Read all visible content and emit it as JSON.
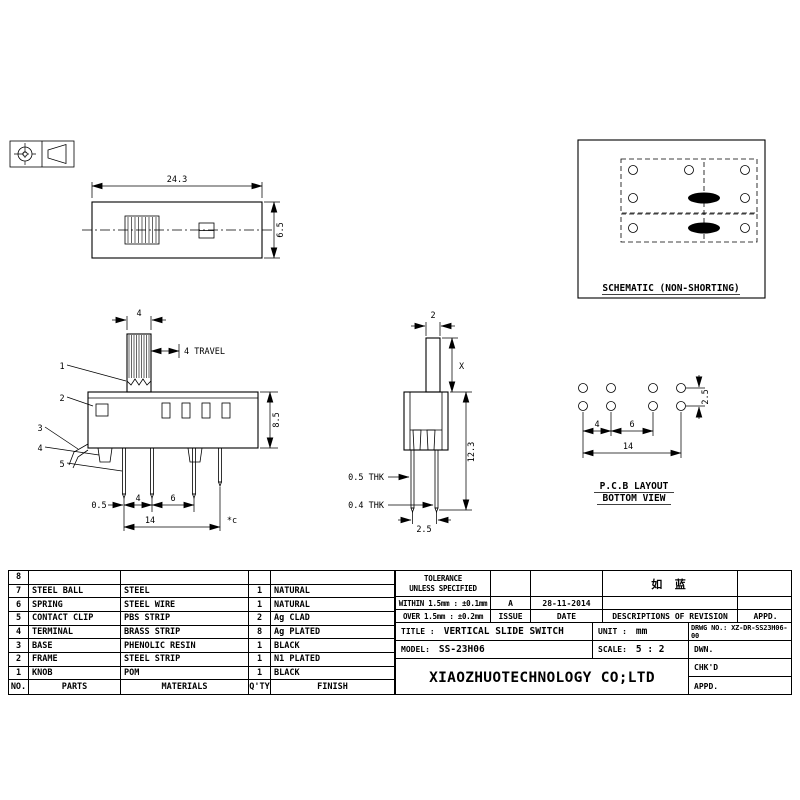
{
  "top_view": {
    "width": "24.3",
    "height": "6.5"
  },
  "schematic": {
    "title": "SCHEMATIC (NON-SHORTING)"
  },
  "front_view": {
    "knob_width": "4",
    "travel": "4 TRAVEL",
    "height": "8.5",
    "pin_offset": "0.5",
    "pitch_a": "4",
    "pitch_b": "6",
    "overall": "14",
    "note": "*c",
    "balloons": [
      "1",
      "2",
      "3",
      "4",
      "5"
    ]
  },
  "side_view": {
    "knob_width": "2",
    "travel": "X",
    "height": "12.3",
    "thk_a": "0.5 THK",
    "thk_b": "0.4 THK",
    "pitch": "2.5"
  },
  "pcb": {
    "row_pitch": "2.5",
    "pitch_a": "4",
    "pitch_b": "6",
    "overall": "14",
    "title_line1": "P.C.B LAYOUT",
    "title_line2": "BOTTOM VIEW"
  },
  "parts": {
    "rows": [
      {
        "no": "8",
        "part": "",
        "material": "",
        "qty": "",
        "finish": ""
      },
      {
        "no": "7",
        "part": "STEEL BALL",
        "material": "STEEL",
        "qty": "1",
        "finish": "NATURAL"
      },
      {
        "no": "6",
        "part": "SPRING",
        "material": "STEEL WIRE",
        "qty": "1",
        "finish": "NATURAL"
      },
      {
        "no": "5",
        "part": "CONTACT CLIP",
        "material": "PBS STRIP",
        "qty": "2",
        "finish": "Ag CLAD"
      },
      {
        "no": "4",
        "part": "TERMINAL",
        "material": "BRASS STRIP",
        "qty": "8",
        "finish": "Ag PLATED"
      },
      {
        "no": "3",
        "part": "BASE",
        "material": "PHENOLIC RESIN",
        "qty": "1",
        "finish": "BLACK"
      },
      {
        "no": "2",
        "part": "FRAME",
        "material": "STEEL STRIP",
        "qty": "1",
        "finish": "N1 PLATED"
      },
      {
        "no": "1",
        "part": "KNOB",
        "material": "POM",
        "qty": "1",
        "finish": "BLACK"
      }
    ],
    "footer": {
      "no": "NO.",
      "part": "PARTS",
      "material": "MATERIALS",
      "qty": "Q'TY",
      "finish": "FINISH"
    }
  },
  "tolerance": {
    "line1": "TOLERANCE",
    "line2": "UNLESS  SPECIFIED",
    "within": "WITHIN 1.5mm : ±0.1mm",
    "over": "OVER 1.5mm : ±0.2mm"
  },
  "revision": {
    "reviser": "如 蓝",
    "issue_value": "A",
    "date_value": "28-11-2014",
    "issue_label": "ISSUE",
    "date_label": "DATE",
    "desc_label": "DESCRIPTIONS OF REVISION",
    "appd_label": "APPD."
  },
  "title_block": {
    "title_label": "TITLE :",
    "title_value": "VERTICAL SLIDE SWITCH",
    "model_label": "MODEL:",
    "model_value": "SS-23H06",
    "unit_label": "UNIT :",
    "unit_value": "mm",
    "scale_label": "SCALE:",
    "scale_value": "5 : 2",
    "drwg_no": "DRWG NO.: XZ-DR-SS23H06-00",
    "dwn": "DWN.",
    "chkd": "CHK'D",
    "appd": "APPD.",
    "company": "XIAOZHUOTECHNOLOGY CO;LTD"
  }
}
